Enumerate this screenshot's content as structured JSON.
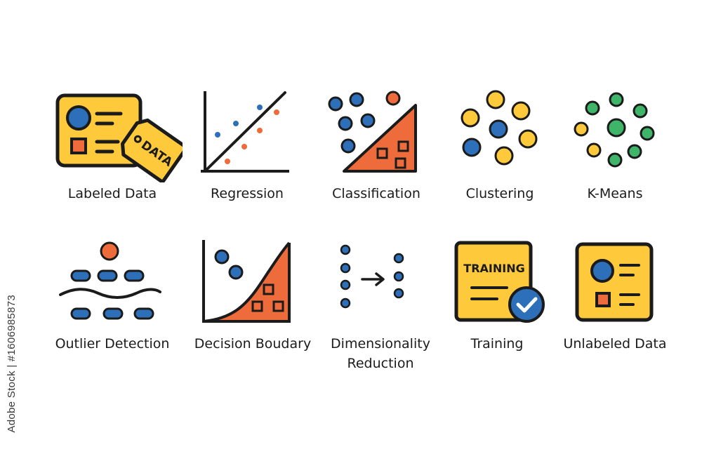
{
  "colors": {
    "yellow": "#FFC93C",
    "orange": "#EE6B3B",
    "blue": "#2D6FB8",
    "green": "#3FB56A",
    "outline": "#1b1b1b"
  },
  "icons": [
    {
      "id": "labeled-data",
      "label": "Labeled Data",
      "icon": "document-with-tag-icon",
      "tag_text": "DATA"
    },
    {
      "id": "regression",
      "label": "Regression",
      "icon": "regression-line-icon"
    },
    {
      "id": "classification",
      "label": "Classification",
      "icon": "classification-icon"
    },
    {
      "id": "clustering",
      "label": "Clustering",
      "icon": "clustering-icon"
    },
    {
      "id": "k-means",
      "label": "K-Means",
      "icon": "k-means-icon"
    },
    {
      "id": "outlier-detection",
      "label": "Outlier Detection",
      "icon": "outlier-icon"
    },
    {
      "id": "decision-boundary",
      "label": "Decision Boudary",
      "icon": "decision-boundary-icon"
    },
    {
      "id": "dimensionality-reduction",
      "label": "Dimensionality\nReduction",
      "icon": "dimensionality-reduction-icon"
    },
    {
      "id": "training",
      "label": "Training",
      "icon": "training-document-check-icon",
      "doc_text": "TRAINING"
    },
    {
      "id": "unlabeled-data",
      "label": "Unlabeled Data",
      "icon": "unlabeled-document-icon"
    }
  ],
  "watermark": "Adobe Stock | #1606985873"
}
